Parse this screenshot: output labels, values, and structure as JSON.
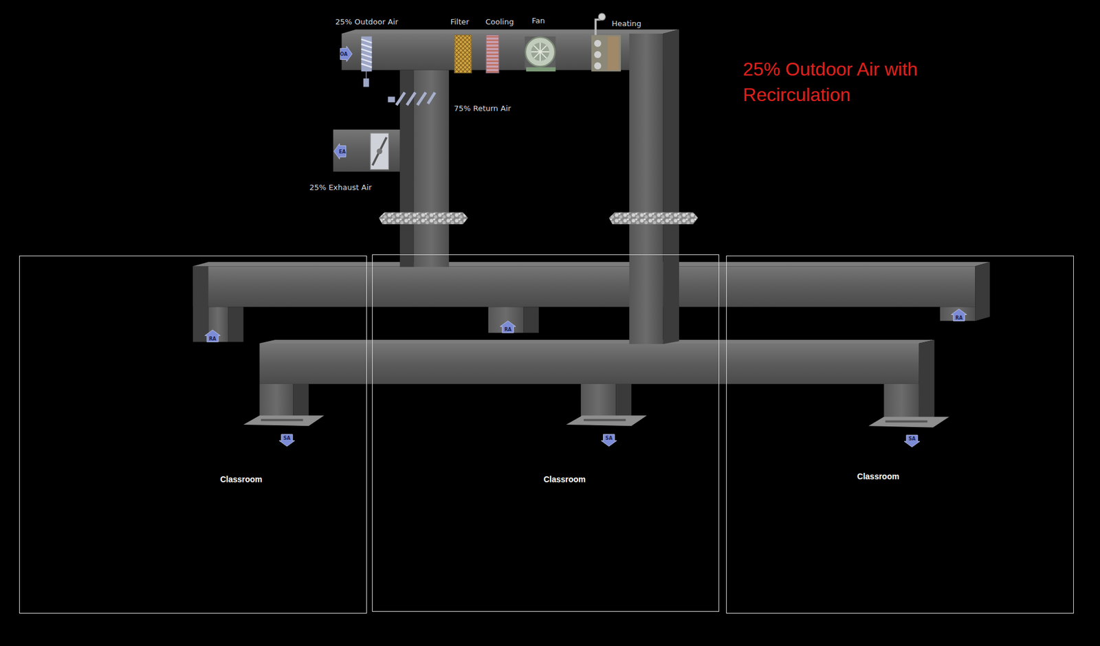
{
  "diagram": {
    "title": "25% Outdoor Air with Recirculation",
    "nodes": [
      {
        "text": [
          "Classroom"
        ]
      },
      {
        "text": [
          "Classroom"
        ]
      },
      {
        "text": [
          "Classroom"
        ]
      }
    ],
    "labels": [
      "25% Outdoor Air",
      "OA",
      "Filter",
      "Cooling",
      "Fan",
      "Heating",
      "75% Return Air",
      "EA",
      "25% Exhaust Air",
      "RA",
      "RA",
      "RA",
      "SA",
      "SA",
      "SA"
    ]
  }
}
